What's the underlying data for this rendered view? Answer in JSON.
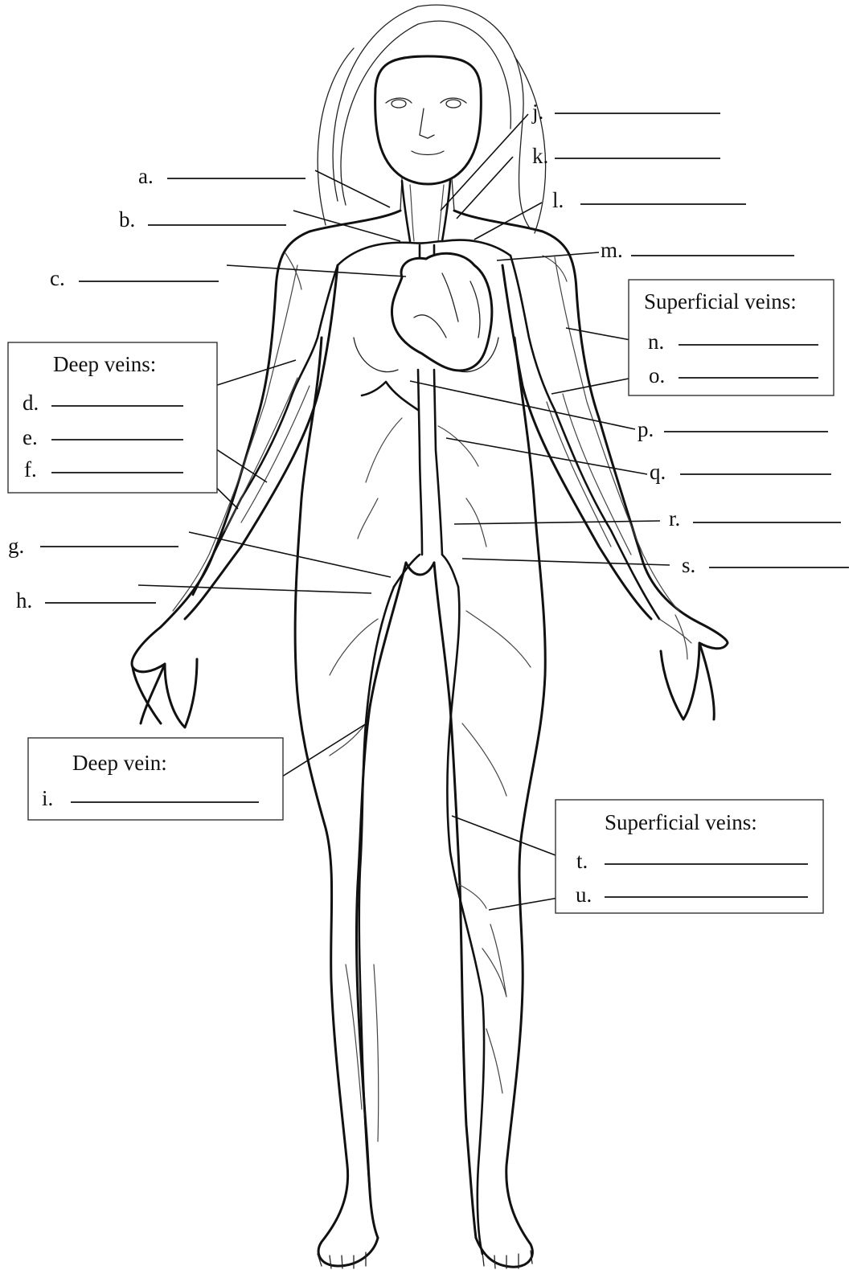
{
  "diagram": {
    "labels": {
      "a": "a.",
      "b": "b.",
      "c": "c.",
      "d": "d.",
      "e": "e.",
      "f": "f.",
      "g": "g.",
      "h": "h.",
      "i": "i.",
      "j": "j.",
      "k": "k.",
      "l": "l.",
      "m": "m.",
      "n": "n.",
      "o": "o.",
      "p": "p.",
      "q": "q.",
      "r": "r.",
      "s": "s.",
      "t": "t.",
      "u": "u."
    },
    "boxes": {
      "deep_veins_arm": "Deep veins:",
      "superficial_veins_arm": "Superficial veins:",
      "deep_vein_leg": "Deep vein:",
      "superficial_veins_leg": "Superficial veins:"
    }
  }
}
